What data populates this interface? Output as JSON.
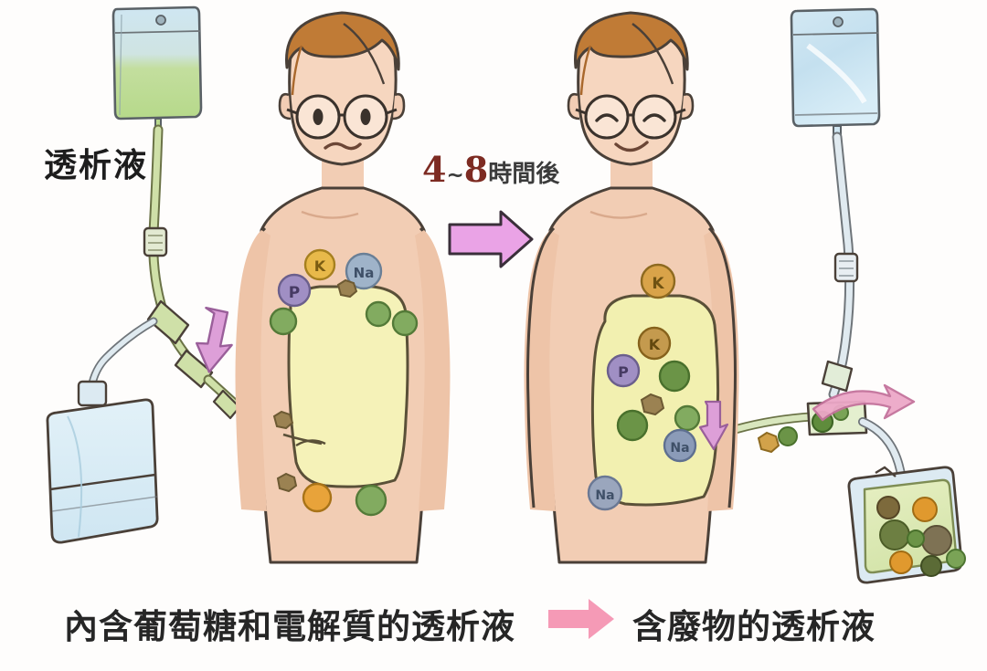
{
  "diagram": {
    "topic": "peritoneal-dialysis-exchange",
    "background_color": "#fefdfc"
  },
  "labels": {
    "dialysate": "透析液",
    "time_prefix": "4",
    "time_tilde": "~",
    "time_suffix": "8",
    "time_unit": "時間後"
  },
  "captions": {
    "left": "內含葡萄糖和電解質的透析液",
    "right": "含廢物的透析液"
  },
  "markers": {
    "potassium": "K",
    "phosphorus": "P",
    "sodium": "Na"
  },
  "colors": {
    "skin": "#f2cdb4",
    "skin_shade": "#e8bda3",
    "hair": "#c07b36",
    "outline": "#4a4038",
    "dialysate_fluid": "#f5f2b8",
    "waste_fluid": "#dde8b4",
    "bag_blue": "#cfe6f2",
    "bag_green": "#b8d98a",
    "tube_green": "#c3d99a",
    "arrow_pink": "#f49ab8",
    "arrow_violet": "#e79fd8",
    "marker_k": "#e3a62e",
    "marker_p": "#9a85bd",
    "marker_na": "#93aac4",
    "marker_green": "#74a257",
    "marker_brown": "#8a7040",
    "marker_orange": "#e8a33a"
  }
}
